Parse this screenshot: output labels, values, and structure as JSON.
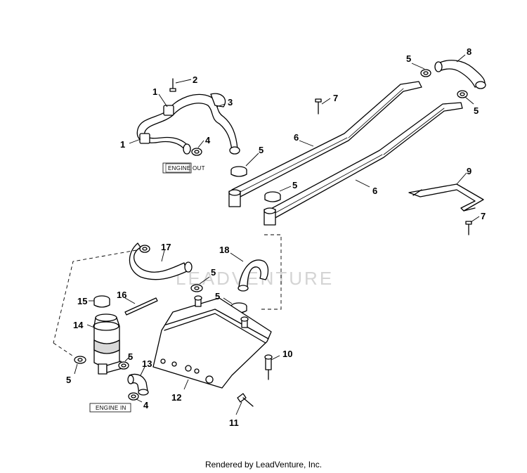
{
  "callouts": [
    {
      "id": "c1a",
      "text": "1"
    },
    {
      "id": "c1b",
      "text": "1"
    },
    {
      "id": "c2",
      "text": "2"
    },
    {
      "id": "c3",
      "text": "3"
    },
    {
      "id": "c4a",
      "text": "4"
    },
    {
      "id": "c4b",
      "text": "4"
    },
    {
      "id": "c5a",
      "text": "5"
    },
    {
      "id": "c5b",
      "text": "5"
    },
    {
      "id": "c5c",
      "text": "5"
    },
    {
      "id": "c5d",
      "text": "5"
    },
    {
      "id": "c5e",
      "text": "5"
    },
    {
      "id": "c5f",
      "text": "5"
    },
    {
      "id": "c5g",
      "text": "5"
    },
    {
      "id": "c5h",
      "text": "5"
    },
    {
      "id": "c6a",
      "text": "6"
    },
    {
      "id": "c6b",
      "text": "6"
    },
    {
      "id": "c7a",
      "text": "7"
    },
    {
      "id": "c7b",
      "text": "7"
    },
    {
      "id": "c8",
      "text": "8"
    },
    {
      "id": "c9",
      "text": "9"
    },
    {
      "id": "c10",
      "text": "10"
    },
    {
      "id": "c11",
      "text": "11"
    },
    {
      "id": "c12",
      "text": "12"
    },
    {
      "id": "c13",
      "text": "13"
    },
    {
      "id": "c14",
      "text": "14"
    },
    {
      "id": "c15",
      "text": "15"
    },
    {
      "id": "c16",
      "text": "16"
    },
    {
      "id": "c17",
      "text": "17"
    },
    {
      "id": "c18",
      "text": "18"
    }
  ],
  "labels": {
    "engine_out": "ENGINE OUT",
    "engine_in": "ENGINE IN"
  },
  "watermark": "LEADVENTURE",
  "footer": "Rendered by LeadVenture, Inc."
}
